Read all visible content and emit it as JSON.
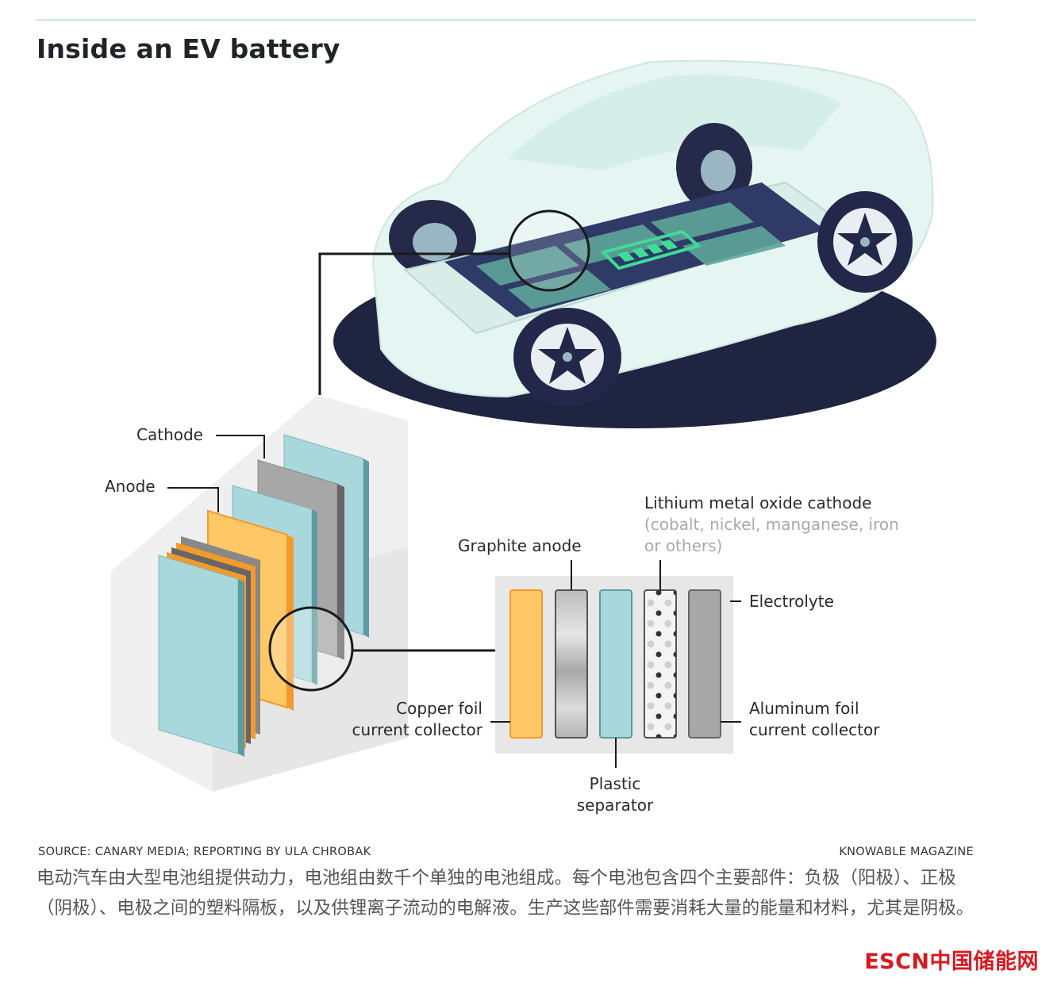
{
  "title": "Inside an EV battery",
  "labels": {
    "cathode": "Cathode",
    "anode": "Anode",
    "lithium_cathode": "Lithium metal oxide cathode",
    "lithium_cathode_sub_1": "(cobalt, nickel, manganese, iron",
    "lithium_cathode_sub_2": "or others)",
    "graphite_anode": "Graphite anode",
    "electrolyte": "Electrolyte",
    "copper_foil_1": "Copper foil",
    "copper_foil_2": "current collector",
    "aluminum_foil_1": "Aluminum foil",
    "aluminum_foil_2": "current collector",
    "plastic_separator_1": "Plastic",
    "plastic_separator_2": "separator"
  },
  "footer": {
    "source": "SOURCE: CANARY MEDIA; REPORTING BY ULA CHROBAK",
    "credit": "KNOWABLE MAGAZINE"
  },
  "caption": "电动汽车由大型电池组提供动力，电池组由数千个单独的电池组成。每个电池包含四个主要部件：负极（阳极）、正极（阴极）、电极之间的塑料隔板，以及供锂离子流动的电解液。生产这些部件需要消耗大量的能量和材料，尤其是阴极。",
  "watermark": "ESCN中国储能网",
  "colors": {
    "copper": "#ffc766",
    "copper_edge": "#f39a2b",
    "separator": "#a9d8dc",
    "aluminum": "#a7a7a7",
    "car_body": "#dff4ef",
    "battery_pack": "#2f3a67",
    "battery_cells": "#5fa59b",
    "accent_green": "#3ddc97",
    "wheel": "#23284a"
  }
}
